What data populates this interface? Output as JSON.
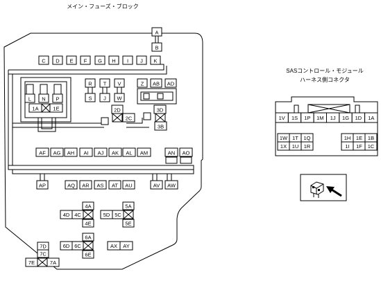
{
  "left_title": "メイン・フューズ・ブロック",
  "right_title_line1": "SASコントロール・モジュール",
  "right_title_line2": "ハーネス側コネクタ",
  "fuse_labels": {
    "A": "A",
    "B": "B",
    "C": "C",
    "D": "D",
    "E": "E",
    "F": "F",
    "G": "G",
    "H": "H",
    "I": "I",
    "J": "J",
    "K": "K",
    "L": "L",
    "N": "N",
    "P": "P",
    "R": "R",
    "T": "T",
    "V": "V",
    "S": "S",
    "Jb": "J",
    "W": "W",
    "Z": "Z",
    "AB": "AB",
    "AD": "AD",
    "2D": "2D",
    "2C": "2C",
    "3D": "3D",
    "3B": "3B",
    "AF": "AF",
    "AG": "AG",
    "AH": "AH",
    "AI": "AI",
    "AJ": "AJ",
    "AK": "AK",
    "AL": "AL",
    "AM": "AM",
    "AN": "AN",
    "AO": "AO",
    "AP": "AP",
    "AQ": "AQ",
    "AR": "AR",
    "AS": "AS",
    "AT": "AT",
    "AU": "AU",
    "AV": "AV",
    "AW": "AW",
    "AX": "AX",
    "AY": "AY"
  },
  "cross_relays": {
    "r1": {
      "left": "1A",
      "right": "1E"
    },
    "r4": {
      "top": "4A",
      "left": "4D",
      "mid": "4C",
      "bottom": "4E"
    },
    "r5": {
      "top": "5A",
      "left": "5D",
      "mid": "5C",
      "bottom": "5E"
    },
    "r6": {
      "top": "6A",
      "left": "6D",
      "mid": "6C",
      "bottom": "6E"
    },
    "r7": {
      "top": "7D",
      "mid": "7C",
      "left": "7E",
      "right": "7A"
    }
  },
  "connector_pins": {
    "row1": [
      "1V",
      "1S",
      "1P",
      "1M",
      "1J",
      "1G",
      "1D",
      "1A"
    ],
    "row2_left": [
      "1W",
      "1T",
      "1Q"
    ],
    "row2_right": [
      "1H",
      "1E",
      "1B"
    ],
    "row3_left": [
      "1X",
      "1U",
      "1R"
    ],
    "row3_right": [
      "1I",
      "1F",
      "1C"
    ]
  }
}
